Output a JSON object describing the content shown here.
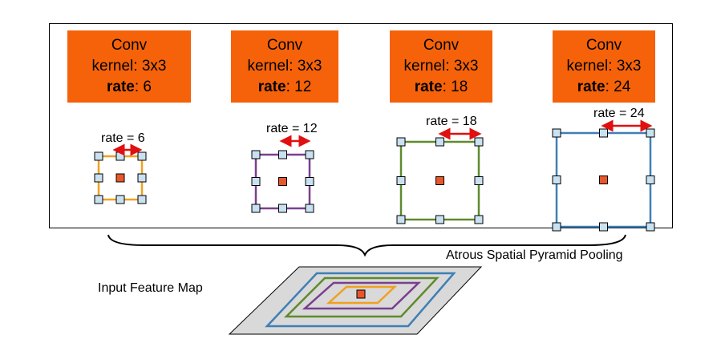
{
  "blocks": [
    {
      "title": "Conv",
      "kernel_label": "kernel: 3x3",
      "rate_key": "rate",
      "rate_sep": ": ",
      "rate_value": "6",
      "rate_annotation": "rate = 6",
      "color": "#f0a020"
    },
    {
      "title": "Conv",
      "kernel_label": "kernel: 3x3",
      "rate_key": "rate",
      "rate_sep": ": ",
      "rate_value": "12",
      "rate_annotation": "rate = 12",
      "color": "#7a3f8e"
    },
    {
      "title": "Conv",
      "kernel_label": "kernel: 3x3",
      "rate_key": "rate",
      "rate_sep": ": ",
      "rate_value": "18",
      "rate_annotation": "rate = 18",
      "color": "#5f8a2e"
    },
    {
      "title": "Conv",
      "kernel_label": "kernel: 3x3",
      "rate_key": "rate",
      "rate_sep": ": ",
      "rate_value": "24",
      "rate_annotation": "rate = 24",
      "color": "#3f7fb5"
    }
  ],
  "aspp_label": "Atrous Spatial Pyramid Pooling",
  "input_label": "Input Feature Map",
  "colors": {
    "conv_box": "#f5620a",
    "arrow": "#e01010",
    "center_cell": "#e8572a",
    "side_cell": "#c9e1f0",
    "feature_map": "#d9d9d9"
  }
}
